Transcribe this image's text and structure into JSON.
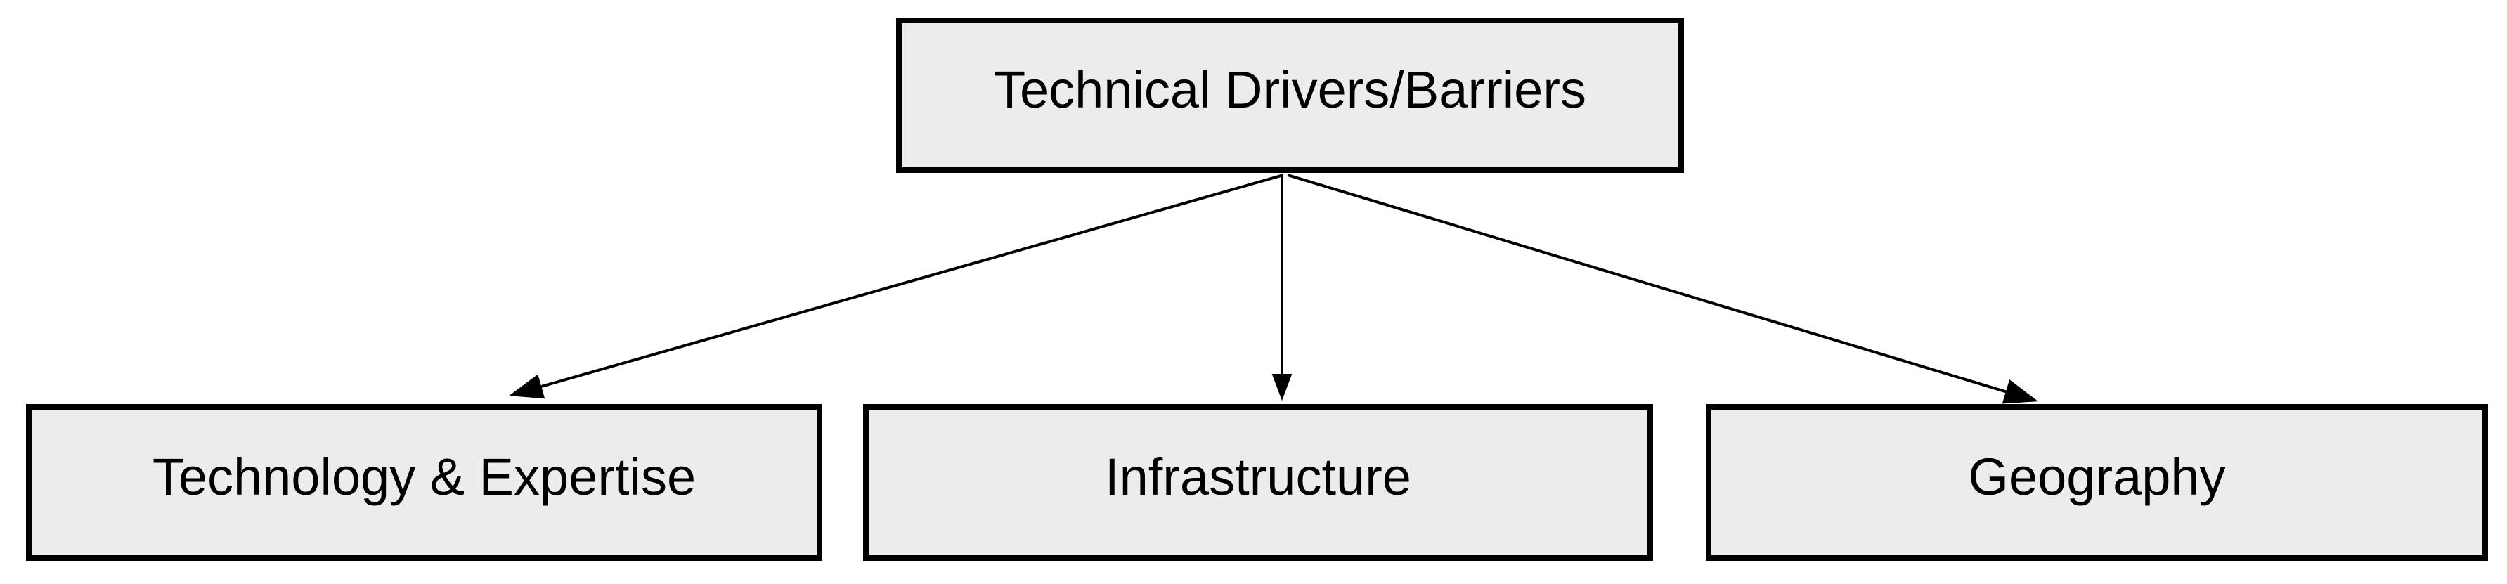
{
  "diagram": {
    "root": {
      "id": "technical-drivers-barriers",
      "label": "Technical Drivers/Barriers"
    },
    "children": [
      {
        "id": "technology-expertise",
        "label": "Technology & Expertise"
      },
      {
        "id": "infrastructure",
        "label": "Infrastructure"
      },
      {
        "id": "geography",
        "label": "Geography"
      }
    ],
    "edges": [
      {
        "from": "technical-drivers-barriers",
        "to": "technology-expertise",
        "type": "arrow"
      },
      {
        "from": "technical-drivers-barriers",
        "to": "infrastructure",
        "type": "arrow"
      },
      {
        "from": "technical-drivers-barriers",
        "to": "geography",
        "type": "arrow"
      }
    ],
    "colors": {
      "background": "#ffffff",
      "node_fill": "#ececec",
      "node_border": "#000000",
      "text": "#000000",
      "arrow": "#000000"
    }
  }
}
